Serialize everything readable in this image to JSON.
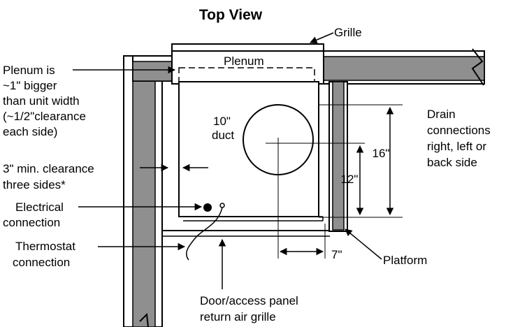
{
  "title": "Top View",
  "labels": {
    "grille": "Grille",
    "plenum": "Plenum",
    "plenum_note": [
      "Plenum is",
      "~1\" bigger",
      "than unit width",
      "(~1/2\"clearance",
      "each side)"
    ],
    "duct": [
      "10\"",
      "duct"
    ],
    "drain": [
      "Drain",
      "connections",
      "right, left or",
      "back side"
    ],
    "clearance": [
      "3\" min. clearance",
      "three sides*"
    ],
    "electrical": [
      "Electrical",
      "connection"
    ],
    "thermostat": [
      "Thermostat",
      "connection"
    ],
    "door": [
      "Door/access panel",
      "return air grille"
    ],
    "platform": "Platform"
  },
  "dimensions": {
    "dim_16": "16\"",
    "dim_12": "12\"",
    "dim_7": "7\""
  },
  "colors": {
    "wall_fill": "#8f8f8f",
    "line": "#000000"
  }
}
